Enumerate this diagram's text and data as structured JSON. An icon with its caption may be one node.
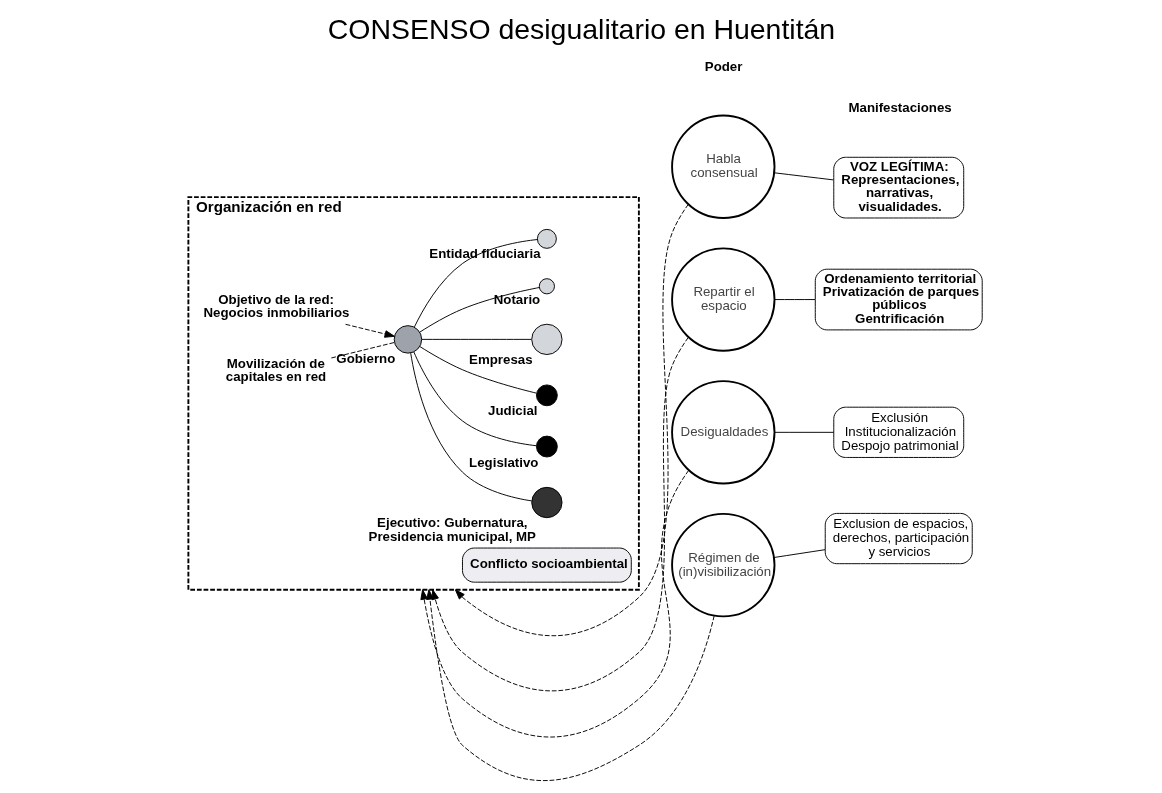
{
  "diagram": {
    "title": "CONSENSO desigualitario en Huentitán",
    "nodes": [
      {
        "text": [
          "Organización en red"
        ]
      },
      {
        "text": [],
        "shape": "circle",
        "in": 0,
        "beside": [
          "Gobierno"
        ]
      },
      {
        "text": [],
        "shape": "circle",
        "in": 0,
        "beside": [
          "Ejecutivo: Gubernatura, Presidencia municipal, MP"
        ]
      },
      {
        "text": [],
        "shape": "circle",
        "in": 0,
        "beside": [
          "Legislativo"
        ]
      },
      {
        "text": [],
        "shape": "circle",
        "in": 0,
        "beside": [
          "Judicial"
        ]
      },
      {
        "text": [
          "Objetivo de la red: Negocios inmobiliarios"
        ],
        "in": 0
      },
      {
        "text": [
          "Movilización de capitales en red"
        ],
        "in": 0
      },
      {
        "text": [],
        "shape": "circle",
        "in": 0,
        "beside": [
          "Empresas"
        ]
      },
      {
        "text": [],
        "shape": "circle",
        "in": 0,
        "beside": [
          "Notario"
        ]
      },
      {
        "text": [],
        "shape": "circle",
        "in": 0,
        "beside": [
          "Entidad fiduciaria"
        ]
      },
      {
        "text": [
          "Conflicto socioambiental"
        ],
        "in": 0
      },
      {
        "text": [
          "Habla consensual"
        ]
      },
      {
        "text": [
          "Repartir el espacio"
        ]
      },
      {
        "text": [
          "Desigualdades"
        ]
      },
      {
        "text": [
          "Régimen de (in)visibilización"
        ]
      },
      {
        "text": [
          "VOZ LEGÍTIMA:",
          "Representaciones, narrativas, visualidades."
        ]
      },
      {
        "text": [
          "Ordenamiento territorial",
          "Privatización de parques públicos",
          "Gentrificación"
        ]
      },
      {
        "text": [
          "Exclusión",
          "Institucionalización",
          "Despojo patrimonial"
        ]
      },
      {
        "text": [
          "Exclusion de espacios, derechos, participación y servicios"
        ]
      }
    ],
    "edges": [
      {
        "from": 1,
        "to": 2,
        "arrow": "none"
      },
      {
        "from": 1,
        "to": 3,
        "arrow": "none"
      },
      {
        "from": 1,
        "to": 4,
        "arrow": "none"
      },
      {
        "from": 5,
        "to": 1,
        "arrow": "to",
        "style": "dashed"
      },
      {
        "from": 6,
        "to": 1,
        "arrow": "none",
        "style": "dashed"
      },
      {
        "from": 1,
        "to": 7,
        "arrow": "none"
      },
      {
        "from": 1,
        "to": 8,
        "arrow": "none"
      },
      {
        "from": 1,
        "to": 9,
        "arrow": "none"
      },
      {
        "from": 11,
        "to": 0,
        "arrow": "to",
        "style": "dashed"
      },
      {
        "from": 12,
        "to": 0,
        "arrow": "to",
        "style": "dashed"
      },
      {
        "from": 13,
        "to": 0,
        "arrow": "to",
        "style": "dashed"
      },
      {
        "from": 14,
        "to": 0,
        "arrow": "to",
        "style": "dashed"
      },
      {
        "from": 11,
        "to": 15,
        "arrow": "none"
      },
      {
        "from": 12,
        "to": 16,
        "arrow": "none"
      },
      {
        "from": 13,
        "to": 17,
        "arrow": "none"
      },
      {
        "from": 14,
        "to": 18,
        "arrow": "none"
      }
    ],
    "labels": [
      "Poder",
      "Manifestaciones"
    ]
  }
}
